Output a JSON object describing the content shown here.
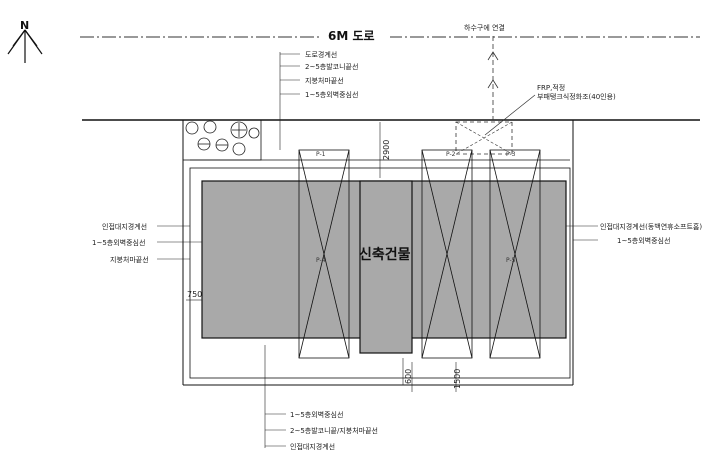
{
  "north_label": "N",
  "road_label": "6M 도로",
  "sewer_label": "하수구에 연결",
  "frp_label": "FRP,적정",
  "septic_label": "부패탱크식정화조(40인용)",
  "top_callouts": [
    "도로경계선",
    "2~5층발코니끝선",
    "지붕처마끝선",
    "1~5층외벽중심선"
  ],
  "left_callouts": [
    "인접대지경계선",
    "1~5층외벽중심선",
    "지붕처마끝선"
  ],
  "right_callouts": [
    "인접대지경계선(동백연휴소프트홈)",
    "1~5층외벽중심선"
  ],
  "bottom_callouts": [
    "1~5층외벽중심선",
    "2~5층발코니끝/지붕처마끝선",
    "인접대지경계선"
  ],
  "building_label": "신축건물",
  "parking_labels": [
    "P-1",
    "P-2",
    "P-3",
    "P-4",
    "P-5"
  ],
  "dimensions": {
    "d2900": "2900",
    "d750": "750",
    "d600": "600",
    "d1500": "1500"
  },
  "colors": {
    "building_fill": "#a9a9a9",
    "line": "#1a1a1a"
  }
}
